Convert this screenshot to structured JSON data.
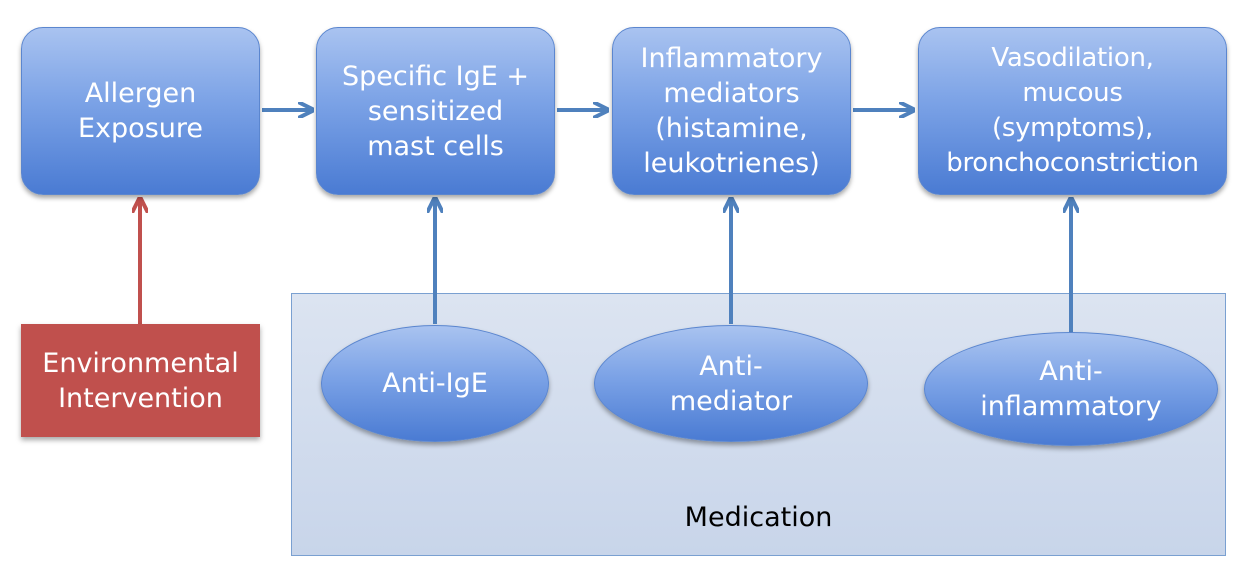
{
  "boxes": {
    "allergen": [
      "Allergen",
      "Exposure"
    ],
    "ige": [
      "Specific IgE +",
      "sensitized",
      "mast cells"
    ],
    "mediators": [
      "Inflammatory",
      "mediators",
      "(histamine,",
      "leukotrienes)"
    ],
    "symptoms": [
      "Vasodilation,",
      "mucous",
      "(symptoms),",
      "bronchoconstriction"
    ]
  },
  "environmental": [
    "Environmental",
    "Intervention"
  ],
  "medication": {
    "label": "Medication",
    "anti_ige": [
      "Anti-IgE"
    ],
    "anti_mediator": [
      "Anti-",
      "mediator"
    ],
    "anti_inflammatory": [
      "Anti-",
      "inflammatory"
    ]
  },
  "colors": {
    "box_blue": "#4f81bd",
    "arrow_blue": "#4f81bd",
    "environment_red": "#c0504d",
    "panel_fill": "#d5dde9"
  }
}
